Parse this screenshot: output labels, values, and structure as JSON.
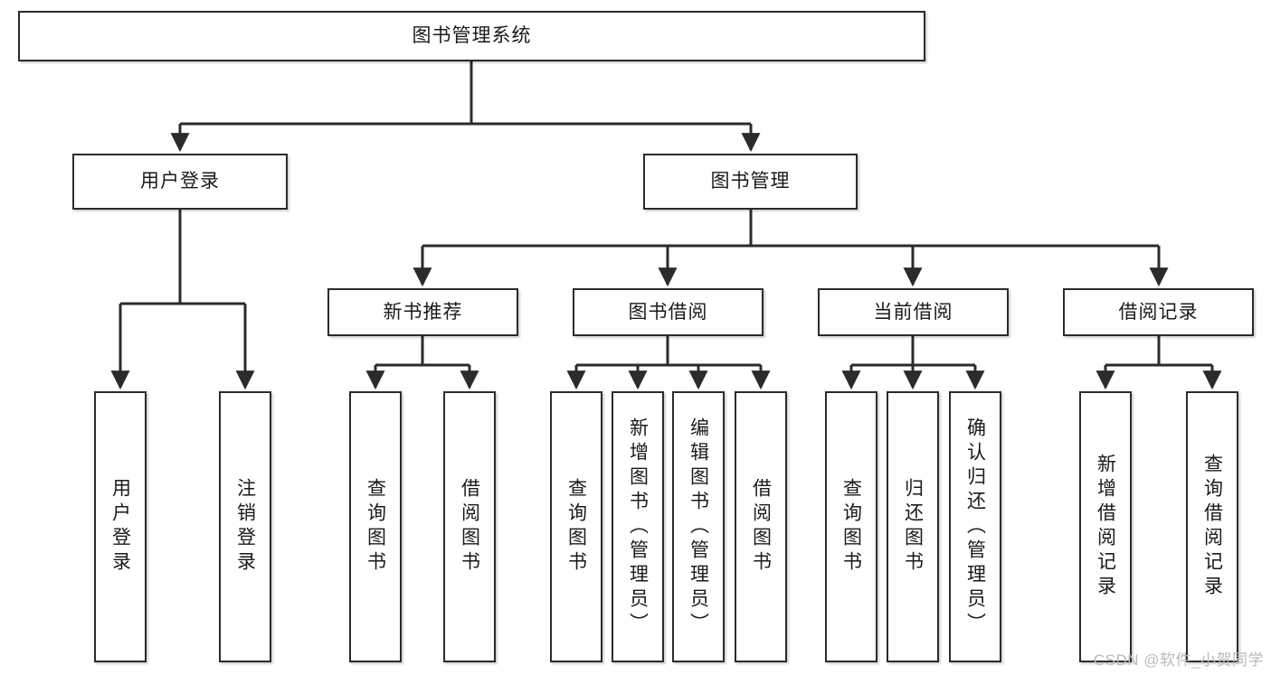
{
  "diagram": {
    "type": "tree-hierarchy-chart",
    "title": "图书管理系统",
    "line_color": "#2b2b2b",
    "box_fill": "#ffffff",
    "text_color": "#1a1a1a",
    "root": {
      "id": "root",
      "label": "图书管理系统",
      "orientation": "horizontal"
    },
    "level2": [
      {
        "id": "user-login",
        "label": "用户登录",
        "orientation": "horizontal"
      },
      {
        "id": "book-manage",
        "label": "图书管理",
        "orientation": "horizontal"
      }
    ],
    "level3": [
      {
        "id": "new-book-recommend",
        "label": "新书推荐",
        "orientation": "horizontal",
        "parent": "book-manage"
      },
      {
        "id": "book-borrow",
        "label": "图书借阅",
        "orientation": "horizontal",
        "parent": "book-manage"
      },
      {
        "id": "current-borrow",
        "label": "当前借阅",
        "orientation": "horizontal",
        "parent": "book-manage"
      },
      {
        "id": "borrow-record",
        "label": "借阅记录",
        "orientation": "horizontal",
        "parent": "book-manage"
      }
    ],
    "leaves": [
      {
        "id": "leaf-user-login",
        "label": "用户登录",
        "parent": "user-login",
        "orientation": "vertical"
      },
      {
        "id": "leaf-user-logout",
        "label": "注销登录",
        "parent": "user-login",
        "orientation": "vertical"
      },
      {
        "id": "leaf-query-book-1",
        "label": "查询图书",
        "parent": "new-book-recommend",
        "orientation": "vertical"
      },
      {
        "id": "leaf-borrow-book-1",
        "label": "借阅图书",
        "parent": "new-book-recommend",
        "orientation": "vertical"
      },
      {
        "id": "leaf-query-book-2",
        "label": "查询图书",
        "parent": "book-borrow",
        "orientation": "vertical"
      },
      {
        "id": "leaf-add-book",
        "label": "新增图书（管理员）",
        "parent": "book-borrow",
        "orientation": "vertical"
      },
      {
        "id": "leaf-edit-book",
        "label": "编辑图书（管理员）",
        "parent": "book-borrow",
        "orientation": "vertical"
      },
      {
        "id": "leaf-borrow-book-2",
        "label": "借阅图书",
        "parent": "book-borrow",
        "orientation": "vertical"
      },
      {
        "id": "leaf-query-book-3",
        "label": "查询图书",
        "parent": "current-borrow",
        "orientation": "vertical"
      },
      {
        "id": "leaf-return-book",
        "label": "归还图书",
        "parent": "current-borrow",
        "orientation": "vertical"
      },
      {
        "id": "leaf-confirm-return",
        "label": "确认归还（管理员）",
        "parent": "current-borrow",
        "orientation": "vertical"
      },
      {
        "id": "leaf-add-borrow-record",
        "label": "新增借阅记录",
        "parent": "borrow-record",
        "orientation": "vertical"
      },
      {
        "id": "leaf-query-borrow-record",
        "label": "查询借阅记录",
        "parent": "borrow-record",
        "orientation": "vertical"
      }
    ]
  },
  "watermark": {
    "text": "CSDN @软件_小贺同学"
  }
}
